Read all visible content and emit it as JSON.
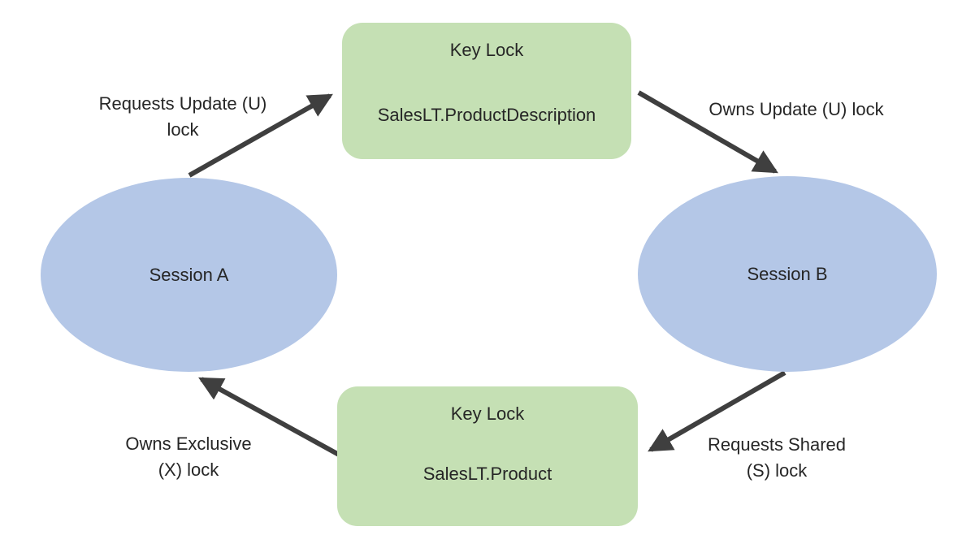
{
  "diagram": {
    "type": "deadlock-diagram",
    "colors": {
      "session_fill": "#b4c7e7",
      "lock_fill": "#c5e0b4",
      "arrow": "#3f3f3f",
      "text": "#262626",
      "background": "#ffffff"
    },
    "nodes": {
      "lock_top": {
        "title": "Key Lock",
        "resource": "SalesLT.ProductDescription"
      },
      "lock_bottom": {
        "title": "Key Lock",
        "resource": "SalesLT.Product"
      },
      "session_a": {
        "label": "Session A"
      },
      "session_b": {
        "label": "Session B"
      }
    },
    "edges": {
      "session_a_to_lock_top": {
        "label": "Requests Update (U) lock"
      },
      "lock_top_to_session_b": {
        "label": "Owns Update (U) lock"
      },
      "session_b_to_lock_bottom": {
        "label": "Requests Shared (S) lock"
      },
      "lock_bottom_to_session_a": {
        "label": "Owns Exclusive (X) lock"
      }
    }
  }
}
